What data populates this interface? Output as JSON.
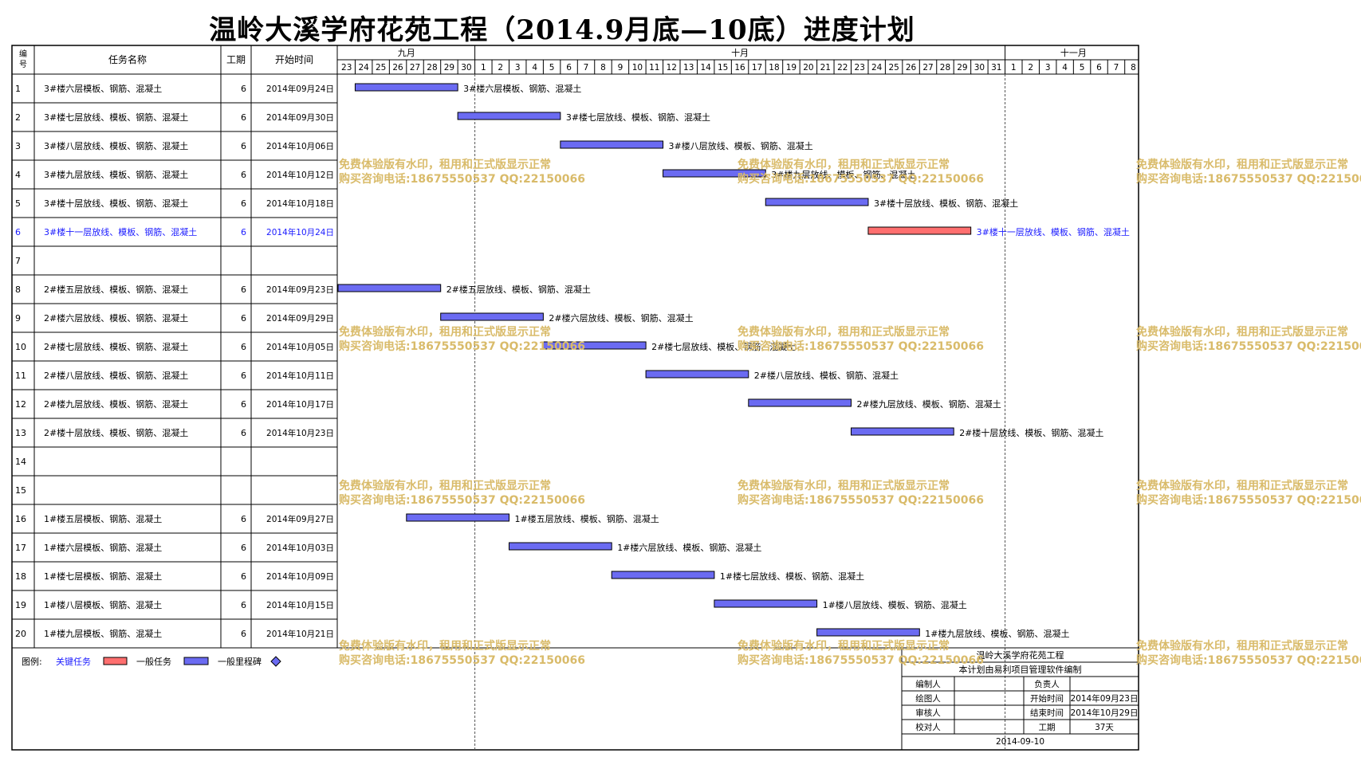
{
  "title": "温岭大溪学府花苑工程（2014.9月底—10底）进度计划",
  "table": {
    "headers": {
      "id": "编号",
      "name": "任务名称",
      "duration": "工期",
      "start": "开始时间"
    }
  },
  "timeline": {
    "months": [
      {
        "label": "九月",
        "days": [
          "23",
          "24",
          "25",
          "26",
          "27",
          "28",
          "29",
          "30"
        ]
      },
      {
        "label": "十月",
        "days": [
          "1",
          "2",
          "3",
          "4",
          "5",
          "6",
          "7",
          "8",
          "9",
          "10",
          "11",
          "12",
          "13",
          "14",
          "15",
          "16",
          "17",
          "18",
          "19",
          "20",
          "21",
          "22",
          "23",
          "24",
          "25",
          "26",
          "27",
          "28",
          "29",
          "30",
          "31"
        ]
      },
      {
        "label": "十一月",
        "days": [
          "1",
          "2",
          "3",
          "4",
          "5",
          "6",
          "7",
          "8"
        ]
      }
    ],
    "marker_day_indices": [
      7,
      38
    ]
  },
  "chart_data": {
    "type": "gantt",
    "title": "温岭大溪学府花苑工程（2014.9月底—10底）进度计划",
    "x_start_date": "2014-09-23",
    "x_end_date": "2014-11-08",
    "tasks": [
      {
        "id": "1",
        "name": "3#楼六层模板、钢筋、混凝土",
        "duration": "6",
        "start": "2014年09月24日",
        "offset": 1,
        "length": 6,
        "bar_label": "3#楼六层模板、钢筋、混凝土",
        "critical": false
      },
      {
        "id": "2",
        "name": "3#楼七层放线、模板、钢筋、混凝土",
        "duration": "6",
        "start": "2014年09月30日",
        "offset": 7,
        "length": 6,
        "bar_label": "3#楼七层放线、模板、钢筋、混凝土",
        "critical": false
      },
      {
        "id": "3",
        "name": "3#楼八层放线、模板、钢筋、混凝土",
        "duration": "6",
        "start": "2014年10月06日",
        "offset": 13,
        "length": 6,
        "bar_label": "3#楼八层放线、模板、钢筋、混凝土",
        "critical": false
      },
      {
        "id": "4",
        "name": "3#楼九层放线、模板、钢筋、混凝土",
        "duration": "6",
        "start": "2014年10月12日",
        "offset": 19,
        "length": 6,
        "bar_label": "3#楼九层放线、模板、钢筋、混凝土",
        "critical": false
      },
      {
        "id": "5",
        "name": "3#楼十层放线、模板、钢筋、混凝土",
        "duration": "6",
        "start": "2014年10月18日",
        "offset": 25,
        "length": 6,
        "bar_label": "3#楼十层放线、模板、钢筋、混凝土",
        "critical": false
      },
      {
        "id": "6",
        "name": "3#楼十一层放线、模板、钢筋、混凝土",
        "duration": "6",
        "start": "2014年10月24日",
        "offset": 31,
        "length": 6,
        "bar_label": "3#楼十一层放线、模板、钢筋、混凝土",
        "critical": true
      },
      {
        "id": "7",
        "name": "",
        "duration": "",
        "start": "",
        "offset": null,
        "length": null,
        "bar_label": "",
        "critical": false
      },
      {
        "id": "8",
        "name": "2#楼五层放线、模板、钢筋、混凝土",
        "duration": "6",
        "start": "2014年09月23日",
        "offset": 0,
        "length": 6,
        "bar_label": "2#楼五层放线、模板、钢筋、混凝土",
        "critical": false
      },
      {
        "id": "9",
        "name": "2#楼六层放线、模板、钢筋、混凝土",
        "duration": "6",
        "start": "2014年09月29日",
        "offset": 6,
        "length": 6,
        "bar_label": "2#楼六层放线、模板、钢筋、混凝土",
        "critical": false
      },
      {
        "id": "10",
        "name": "2#楼七层放线、模板、钢筋、混凝土",
        "duration": "6",
        "start": "2014年10月05日",
        "offset": 12,
        "length": 6,
        "bar_label": "2#楼七层放线、模板、钢筋、混凝土",
        "critical": false
      },
      {
        "id": "11",
        "name": "2#楼八层放线、模板、钢筋、混凝土",
        "duration": "6",
        "start": "2014年10月11日",
        "offset": 18,
        "length": 6,
        "bar_label": "2#楼八层放线、模板、钢筋、混凝土",
        "critical": false
      },
      {
        "id": "12",
        "name": "2#楼九层放线、模板、钢筋、混凝土",
        "duration": "6",
        "start": "2014年10月17日",
        "offset": 24,
        "length": 6,
        "bar_label": "2#楼九层放线、模板、钢筋、混凝土",
        "critical": false
      },
      {
        "id": "13",
        "name": "2#楼十层放线、模板、钢筋、混凝土",
        "duration": "6",
        "start": "2014年10月23日",
        "offset": 30,
        "length": 6,
        "bar_label": "2#楼十层放线、模板、钢筋、混凝土",
        "critical": false
      },
      {
        "id": "14",
        "name": "",
        "duration": "",
        "start": "",
        "offset": null,
        "length": null,
        "bar_label": "",
        "critical": false
      },
      {
        "id": "15",
        "name": "",
        "duration": "",
        "start": "",
        "offset": null,
        "length": null,
        "bar_label": "",
        "critical": false
      },
      {
        "id": "16",
        "name": "1#楼五层模板、钢筋、混凝土",
        "duration": "6",
        "start": "2014年09月27日",
        "offset": 4,
        "length": 6,
        "bar_label": "1#楼五层放线、模板、钢筋、混凝土",
        "critical": false
      },
      {
        "id": "17",
        "name": "1#楼六层模板、钢筋、混凝土",
        "duration": "6",
        "start": "2014年10月03日",
        "offset": 10,
        "length": 6,
        "bar_label": "1#楼六层放线、模板、钢筋、混凝土",
        "critical": false
      },
      {
        "id": "18",
        "name": "1#楼七层模板、钢筋、混凝土",
        "duration": "6",
        "start": "2014年10月09日",
        "offset": 16,
        "length": 6,
        "bar_label": "1#楼七层放线、模板、钢筋、混凝土",
        "critical": false
      },
      {
        "id": "19",
        "name": "1#楼八层模板、钢筋、混凝土",
        "duration": "6",
        "start": "2014年10月15日",
        "offset": 22,
        "length": 6,
        "bar_label": "1#楼八层放线、模板、钢筋、混凝土",
        "critical": false
      },
      {
        "id": "20",
        "name": "1#楼九层模板、钢筋、混凝土",
        "duration": "6",
        "start": "2014年10月21日",
        "offset": 28,
        "length": 6,
        "bar_label": "1#楼九层放线、模板、钢筋、混凝土",
        "critical": false
      }
    ]
  },
  "legend": {
    "label": "图例:",
    "critical": "关键任务",
    "normal": "一般任务",
    "milestone": "一般里程碑",
    "critical_color": "#ff6f6f",
    "normal_color": "#6b6bf2"
  },
  "info_box": {
    "project": "温岭大溪学府花苑工程",
    "software": "本计划由易利项目管理软件编制",
    "rows": [
      [
        "编制人",
        "",
        "负责人",
        ""
      ],
      [
        "绘图人",
        "",
        "开始时间",
        "2014年09月23日"
      ],
      [
        "审核人",
        "",
        "结束时间",
        "2014年10月29日"
      ],
      [
        "校对人",
        "",
        "工期",
        "37天"
      ]
    ],
    "date": "2014-09-10"
  },
  "watermark": {
    "line1": "免费体验版有水印，租用和正式版显示正常",
    "line2": "购买咨询电话:18675550537 QQ:22150066"
  },
  "colors": {
    "bar_normal": "#6b6bf2",
    "bar_critical": "#ff6f6f",
    "task_critical_text": "#1a1aff",
    "watermark": "#d9bb6a"
  }
}
